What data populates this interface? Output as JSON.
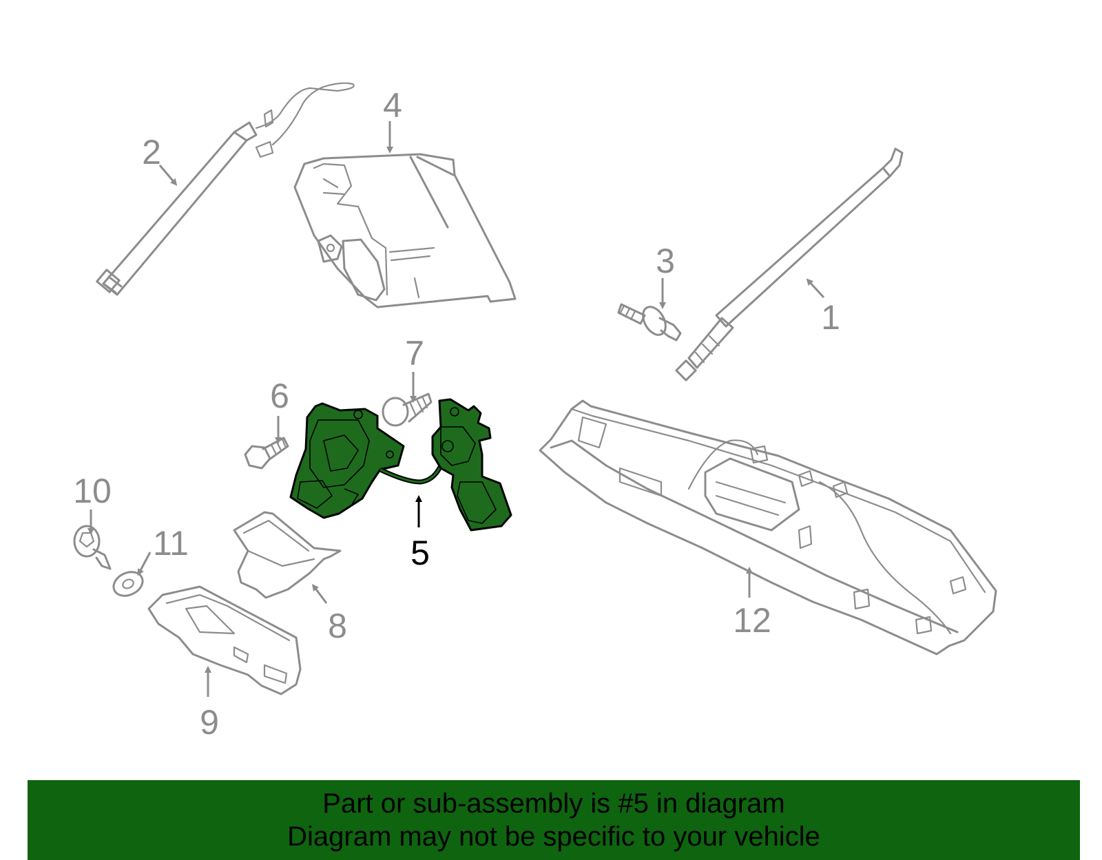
{
  "diagram": {
    "highlight_color": "#1e6b1e",
    "line_color": "#8c8c8c",
    "callouts": [
      "1",
      "2",
      "3",
      "4",
      "5",
      "6",
      "7",
      "8",
      "9",
      "10",
      "11",
      "12"
    ],
    "highlighted_callout": "5"
  },
  "banner": {
    "background": "#0f6410",
    "line1": "Part or sub-assembly is #5 in diagram",
    "line2": "Diagram may not be specific to your vehicle"
  }
}
